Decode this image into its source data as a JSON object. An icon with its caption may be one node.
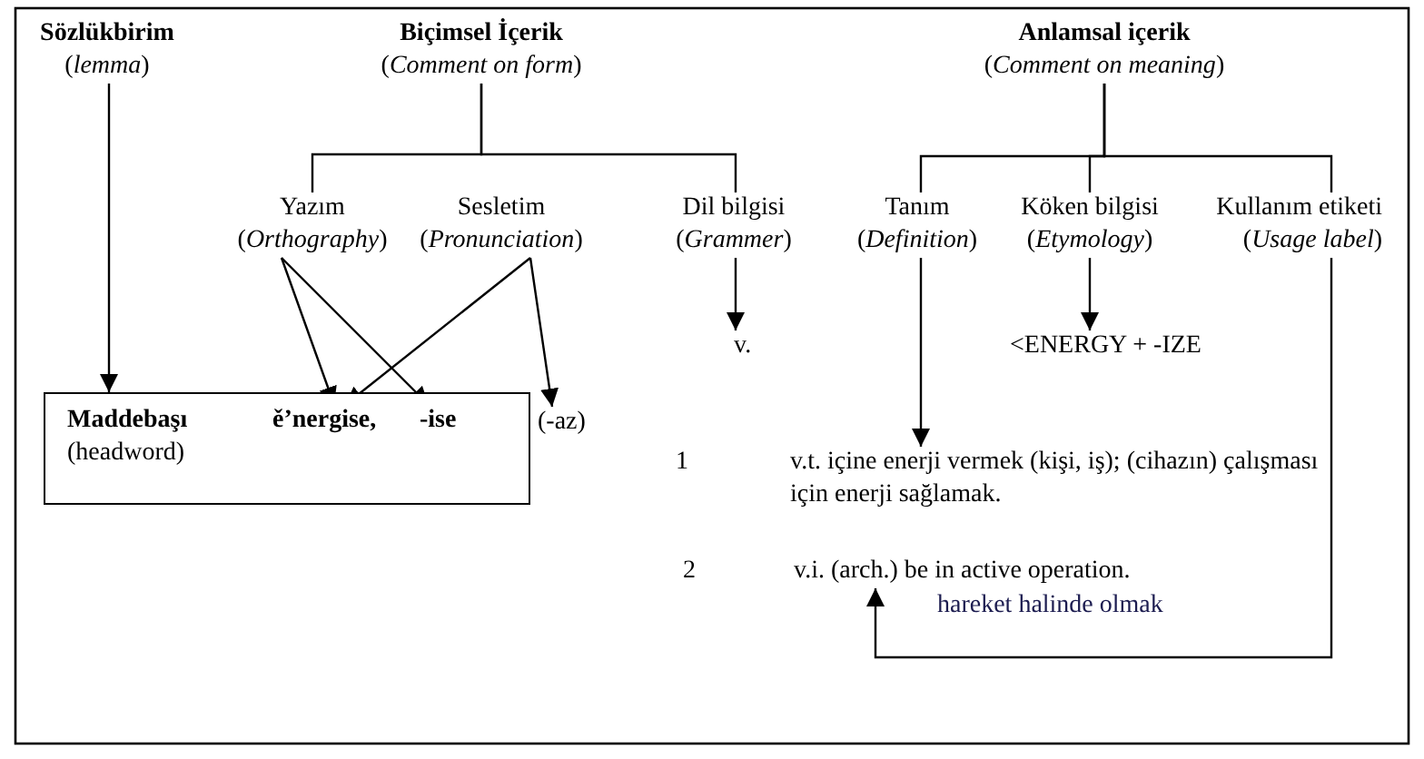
{
  "diagram": {
    "nodes": [
      {
        "text": [
          "Sözlükbirim",
          "(*lemma*)"
        ]
      },
      {
        "text": [
          "Biçimsel İçerik",
          "(*Comment on form*)"
        ]
      },
      {
        "text": [
          "Anlamsal içerik",
          "(*Comment on meaning*)"
        ]
      },
      {
        "text": [
          "Yazım",
          "(*Orthography*)"
        ]
      },
      {
        "text": [
          "Sesletim",
          "(*Pronunciation*)"
        ]
      },
      {
        "text": [
          "Dil bilgisi",
          "(*Grammer*)"
        ]
      },
      {
        "text": [
          "Tanım",
          "(*Definition*)"
        ]
      },
      {
        "text": [
          "Köken bilgisi",
          "(*Etymology*)"
        ]
      },
      {
        "text": [
          "Kullanım etiketi",
          "(*Usage label*)"
        ]
      },
      {
        "text": [
          "Maddebaşı",
          "(headword)"
        ]
      },
      {
        "text": [
          "ě’nergise,"
        ],
        "in": 9
      },
      {
        "text": [
          "-ise"
        ],
        "in": 9
      },
      {
        "text": [
          "(-az)"
        ]
      },
      {
        "text": [
          "v."
        ]
      },
      {
        "text": [
          "<ENERGY + -IZE"
        ]
      },
      {
        "text": [
          "v.t. içine enerji vermek (kişi, iş); (cihazın) çalışması için enerji sağlamak."
        ]
      },
      {
        "text": [
          "v.i. (arch.) be in active operation."
        ]
      },
      {
        "text": [
          "hareket halinde olmak"
        ]
      }
    ],
    "edges": [
      {
        "from": 0,
        "to": 9,
        "arrow": "to"
      },
      {
        "from": 1,
        "to": 3,
        "arrow": "none"
      },
      {
        "from": 1,
        "to": 5,
        "arrow": "none"
      },
      {
        "from": 5,
        "to": 13,
        "arrow": "to"
      },
      {
        "from": 2,
        "to": 6,
        "arrow": "none"
      },
      {
        "from": 2,
        "to": 7,
        "arrow": "none"
      },
      {
        "from": 2,
        "to": 8,
        "arrow": "none"
      },
      {
        "from": 6,
        "to": 15,
        "arrow": "to"
      },
      {
        "from": 7,
        "to": 14,
        "arrow": "to"
      },
      {
        "from": 8,
        "to": 16,
        "arrow": "to"
      },
      {
        "from": 3,
        "to": 10,
        "arrow": "to"
      },
      {
        "from": 3,
        "to": 11,
        "arrow": "to"
      },
      {
        "from": 4,
        "to": 10,
        "arrow": "to"
      },
      {
        "from": 4,
        "to": 12,
        "arrow": "to"
      }
    ],
    "labels": [
      "1",
      "2"
    ]
  }
}
